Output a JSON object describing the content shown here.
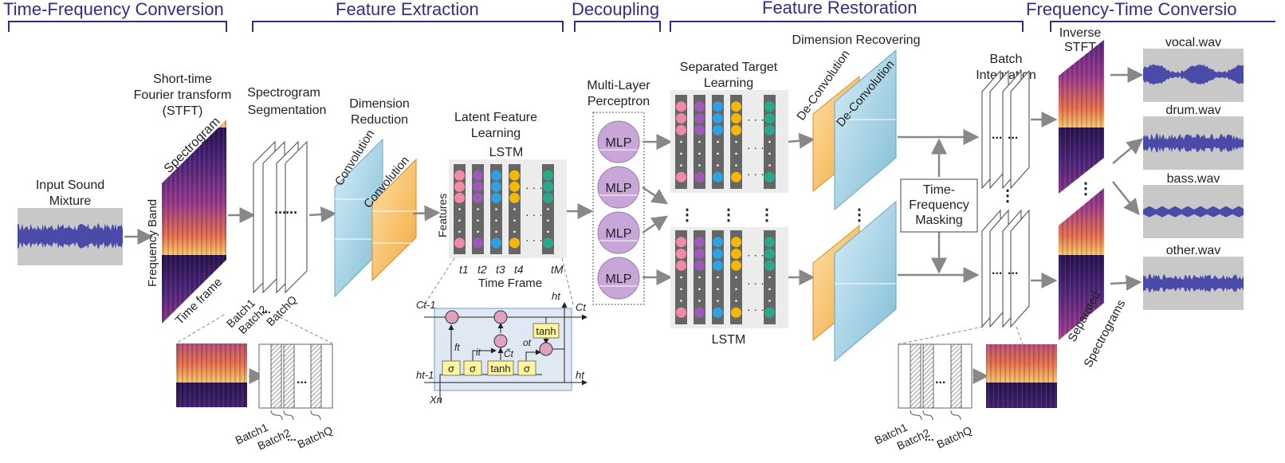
{
  "sections": [
    {
      "label": "Time-Frequency Conversion"
    },
    {
      "label": "Feature Extraction"
    },
    {
      "label": "Decoupling"
    },
    {
      "label": "Feature  Restoration"
    },
    {
      "label": "Frequency-Time Conversio"
    }
  ],
  "input": {
    "label_line1": "Input Sound",
    "label_line2": "Mixture"
  },
  "stft": {
    "line1": "Short-time",
    "line2": "Fourier transform",
    "line3": "(STFT)",
    "spectrogram": "Spectrogram",
    "freq_axis": "Frequency Band",
    "time_axis": "Time frame"
  },
  "segmentation": {
    "line1": "Spectrogram",
    "line2": "Segmentation",
    "batch1": "Batch1",
    "batch2": "Batch2",
    "batchq": "BatchQ",
    "dots": "..."
  },
  "reduction": {
    "line1": "Dimension",
    "line2": "Reduction",
    "conv1": "Convolution",
    "conv2": "Convolution"
  },
  "latent": {
    "line1": "Latent Feature",
    "line2": "Learning",
    "lstm": "LSTM",
    "features": "Features",
    "time_frame": "Time Frame",
    "t1": "t1",
    "t2": "t2",
    "t3": "t3",
    "t4": "t4",
    "tm": "tM",
    "dots": "· · ·"
  },
  "cell": {
    "c_prev": "Ct-1",
    "h_prev": "ht-1",
    "x": "Xn",
    "ht_top": "ht",
    "ct": "Ct",
    "ht_out": "ht",
    "ft": "ft",
    "it": "it",
    "ctilde": "C̃t",
    "ot": "ot",
    "sigma": "σ",
    "tanh": "tanh"
  },
  "mlp": {
    "line1": "Multi-Layer",
    "line2": "Perceptron",
    "node": "MLP"
  },
  "restoration": {
    "target_line1": "Separated Target",
    "target_line2": "Learning",
    "lstm": "LSTM",
    "recover": "Dimension Recovering",
    "deconv1": "De-Convolution",
    "deconv2": "De-Convolution"
  },
  "masking": {
    "line1": "Time-",
    "line2": "Frequency",
    "line3": "Masking"
  },
  "integration": {
    "line1": "Batch",
    "line2": "Integration"
  },
  "istft": {
    "line1": "Inverse",
    "line2": "STFT",
    "sep_line1": "Separated",
    "sep_line2": "Spectrograms"
  },
  "outputs": [
    "vocal.wav",
    "drum.wav",
    "bass.wav",
    "other.wav"
  ],
  "colors": {
    "header": "#3b2a83",
    "wave": "#4a4aa8",
    "orange": "#f5b04c",
    "blue": "#9ecfe3",
    "mlp": "#c8a6d8"
  }
}
